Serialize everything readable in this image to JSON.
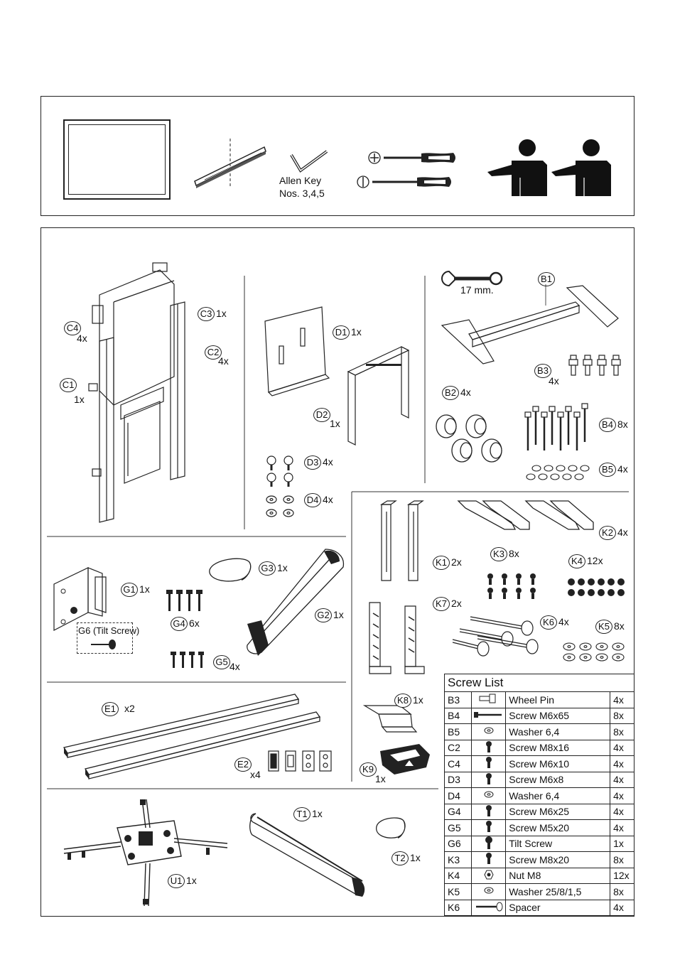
{
  "tools": {
    "allen_key_label": "Allen Key",
    "allen_key_sizes": "Nos. 3,4,5"
  },
  "parts": {
    "C3": {
      "code": "C3",
      "qty": "1x"
    },
    "C4": {
      "code": "C4",
      "qty": "4x"
    },
    "C2": {
      "code": "C2",
      "qty": "4x"
    },
    "C1": {
      "code": "C1",
      "qty": "1x"
    },
    "D1": {
      "code": "D1",
      "qty": "1x"
    },
    "D2": {
      "code": "D2",
      "qty": "1x"
    },
    "D3": {
      "code": "D3",
      "qty": "4x"
    },
    "D4": {
      "code": "D4",
      "qty": "4x"
    },
    "wrench_label": "17 mm.",
    "B1": {
      "code": "B1",
      "qty": ""
    },
    "B3": {
      "code": "B3",
      "qty": "4x"
    },
    "B2": {
      "code": "B2",
      "qty": "4x"
    },
    "B4": {
      "code": "B4",
      "qty": "8x"
    },
    "B5": {
      "code": "B5",
      "qty": "4x"
    },
    "K1": {
      "code": "K1",
      "qty": "2x"
    },
    "K2": {
      "code": "K2",
      "qty": "4x"
    },
    "K3": {
      "code": "K3",
      "qty": "8x"
    },
    "K4": {
      "code": "K4",
      "qty": "12x"
    },
    "K7": {
      "code": "K7",
      "qty": "2x"
    },
    "K6": {
      "code": "K6",
      "qty": "4x"
    },
    "K5": {
      "code": "K5",
      "qty": "8x"
    },
    "K8": {
      "code": "K8",
      "qty": "1x"
    },
    "K9": {
      "code": "K9",
      "qty": "1x"
    },
    "G1": {
      "code": "G1",
      "qty": "1x"
    },
    "G3": {
      "code": "G3",
      "qty": "1x"
    },
    "G2": {
      "code": "G2",
      "qty": "1x"
    },
    "G4": {
      "code": "G4",
      "qty": "6x"
    },
    "G5": {
      "code": "G5",
      "qty": "4x"
    },
    "G6_label": "G6 (Tilt Screw)",
    "E1": {
      "code": "E1",
      "qty": "x2"
    },
    "E2": {
      "code": "E2",
      "qty": "x4"
    },
    "T1": {
      "code": "T1",
      "qty": "1x"
    },
    "T2": {
      "code": "T2",
      "qty": "1x"
    },
    "U1": {
      "code": "U1",
      "qty": "1x"
    }
  },
  "screw_list": {
    "title": "Screw List",
    "rows": [
      {
        "code": "B3",
        "icon": "wheel-pin-icon",
        "name": "Wheel Pin",
        "qty": "4x"
      },
      {
        "code": "B4",
        "icon": "long-screw-icon",
        "name": "Screw M6x65",
        "qty": "8x"
      },
      {
        "code": "B5",
        "icon": "washer-icon",
        "name": "Washer 6,4",
        "qty": "8x"
      },
      {
        "code": "C2",
        "icon": "screw-icon",
        "name": "Screw M8x16",
        "qty": "4x"
      },
      {
        "code": "C4",
        "icon": "screw-icon",
        "name": "Screw M6x10",
        "qty": "4x"
      },
      {
        "code": "D3",
        "icon": "screw-icon",
        "name": "Screw M6x8",
        "qty": "4x"
      },
      {
        "code": "D4",
        "icon": "washer-icon",
        "name": "Washer 6,4",
        "qty": "4x"
      },
      {
        "code": "G4",
        "icon": "screw-icon",
        "name": "Screw M6x25",
        "qty": "4x"
      },
      {
        "code": "G5",
        "icon": "screw-icon",
        "name": "Screw M5x20",
        "qty": "4x"
      },
      {
        "code": "G6",
        "icon": "tilt-screw-icon",
        "name": "Tilt Screw",
        "qty": "1x"
      },
      {
        "code": "K3",
        "icon": "screw-icon",
        "name": "Screw M8x20",
        "qty": "8x"
      },
      {
        "code": "K4",
        "icon": "nut-icon",
        "name": "Nut M8",
        "qty": "12x"
      },
      {
        "code": "K5",
        "icon": "washer-icon",
        "name": "Washer 25/8/1,5",
        "qty": "8x"
      },
      {
        "code": "K6",
        "icon": "spacer-icon",
        "name": "Spacer",
        "qty": "4x"
      }
    ]
  }
}
